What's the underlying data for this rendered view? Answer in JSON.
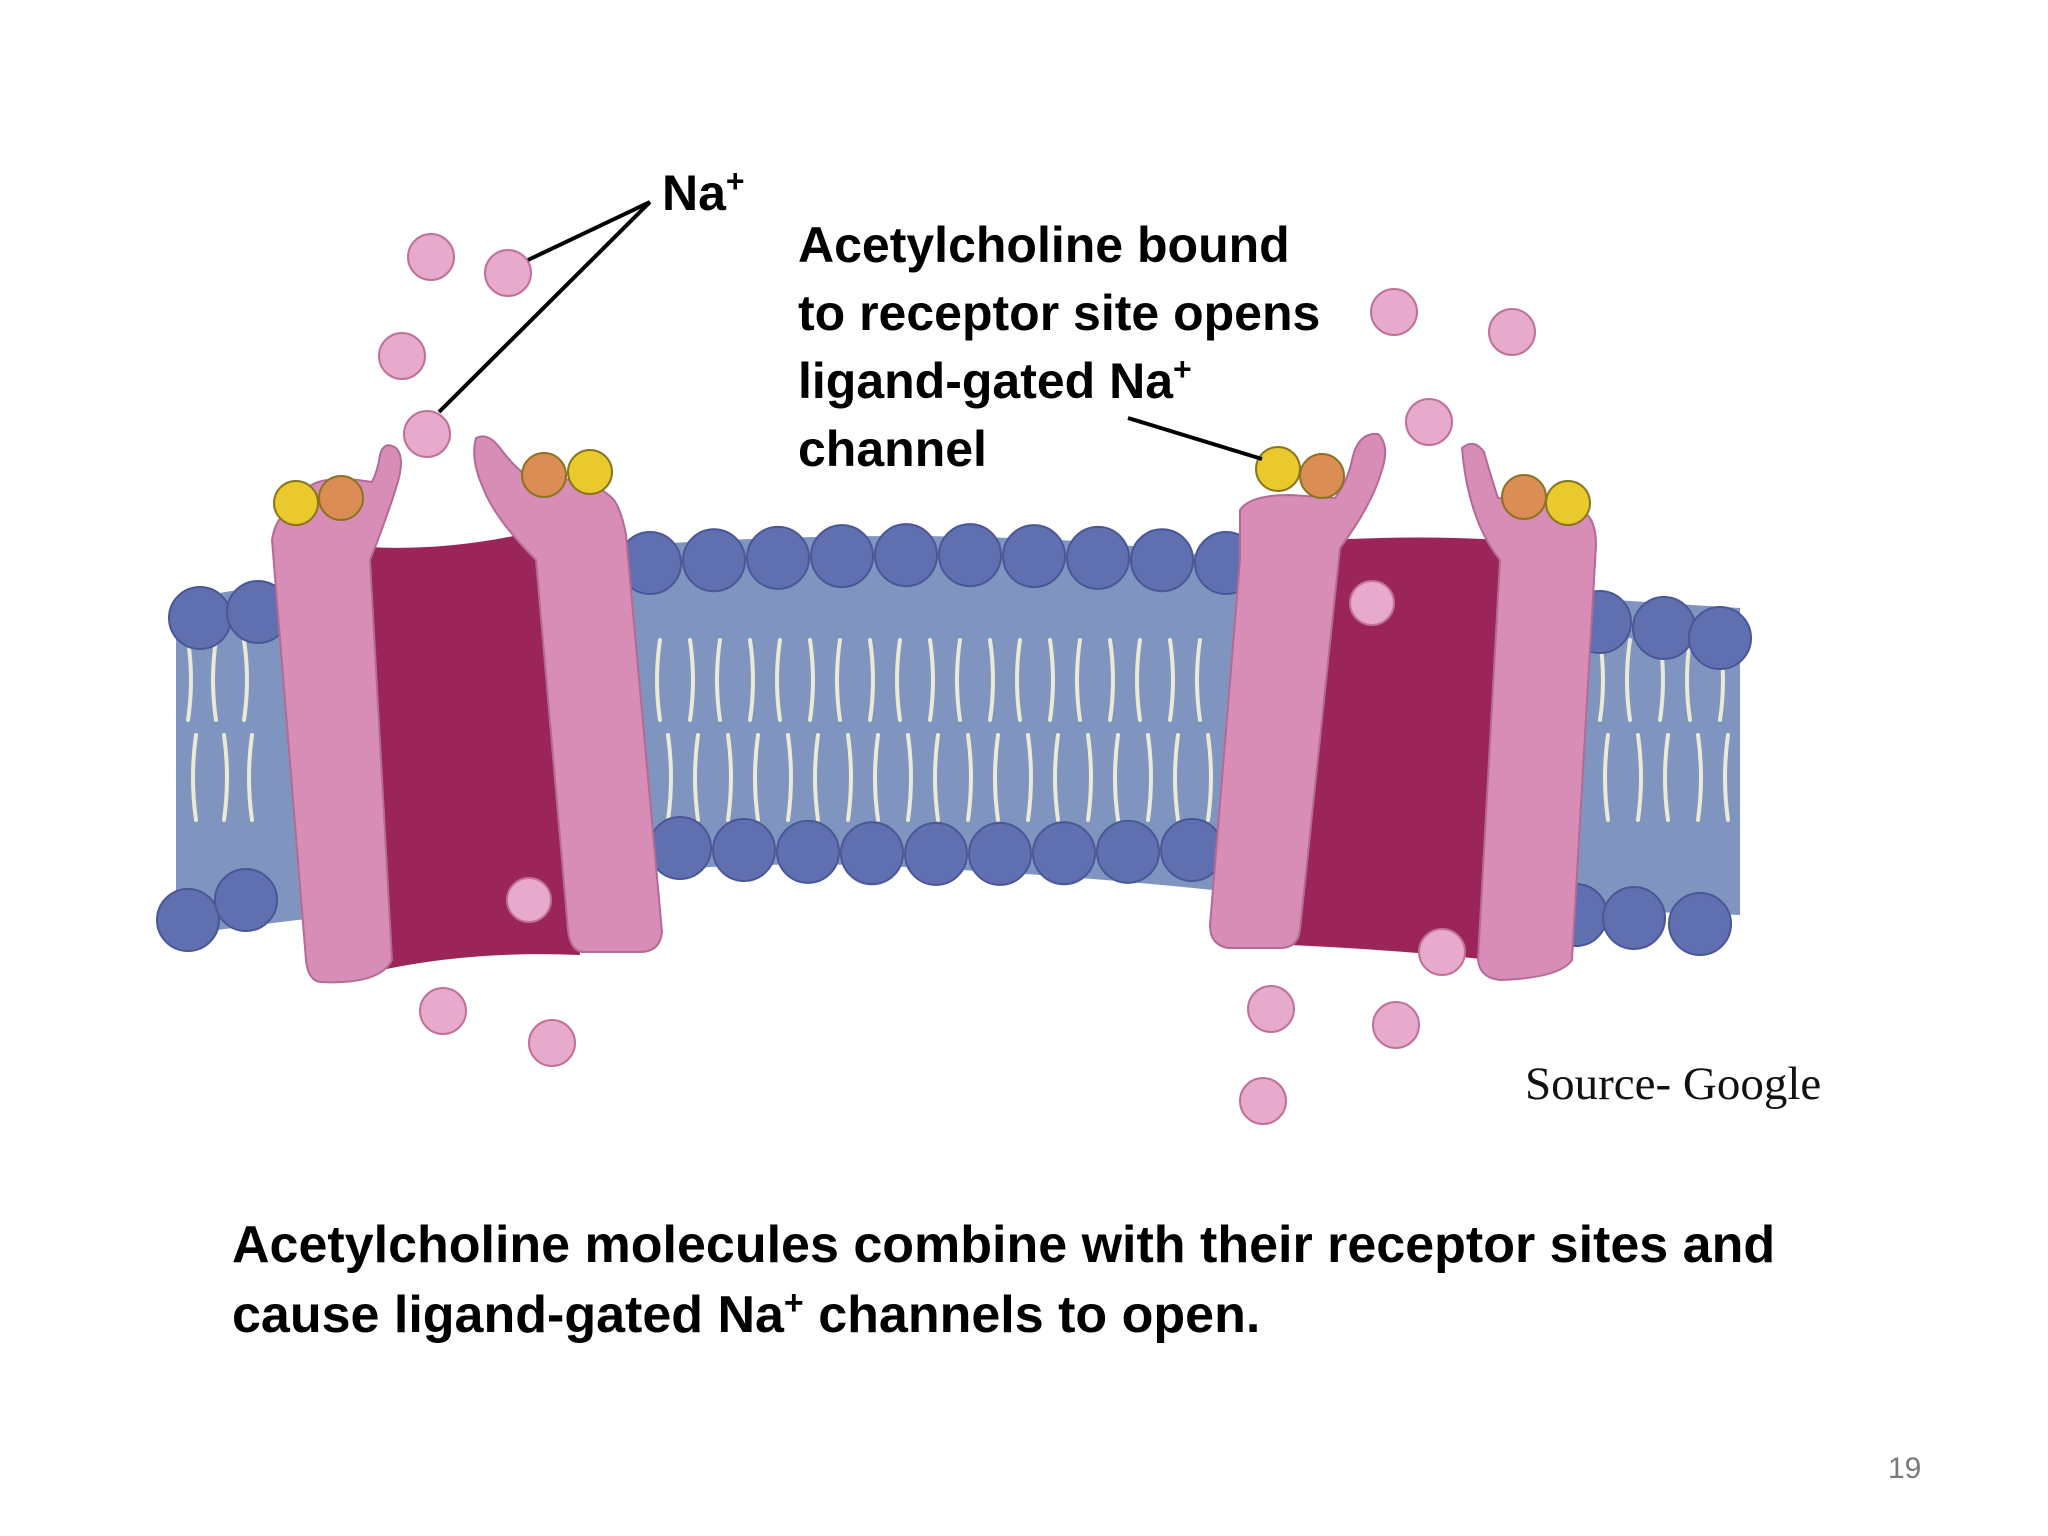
{
  "slide": {
    "page_number": "19",
    "source_credit": "Source- Google",
    "caption": {
      "line1": "Acetylcholine molecules combine with their receptor sites and",
      "line2_prefix": "cause ligand-gated Na",
      "line2_sup": "+",
      "line2_suffix": " channels to open."
    }
  },
  "diagram": {
    "na_label": {
      "text": "Na",
      "sup": "+"
    },
    "ach_label": {
      "line1": "Acetylcholine bound",
      "line2": "to receptor site opens",
      "line3_prefix": "ligand-gated Na",
      "line3_sup": "+",
      "line4": "channel"
    },
    "colors": {
      "membrane": "#7f95c0",
      "phospholipid_head": "#5f6fb0",
      "tail": "#e8ead6",
      "channel_protein": "#d78db5",
      "channel_pore": "#9b2459",
      "sodium_ion": "#e7a9cc",
      "acetylcholine_yellow": "#e9c92c",
      "acetylcholine_orange": "#dc8c55"
    }
  }
}
